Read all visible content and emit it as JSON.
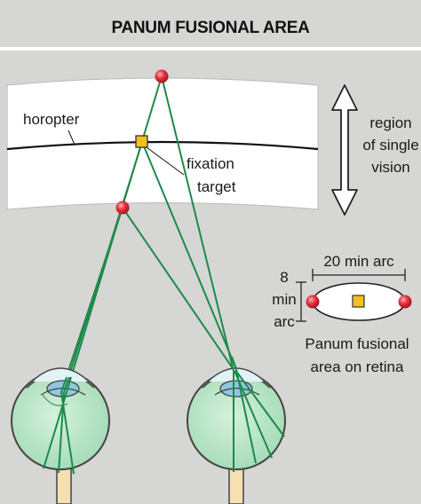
{
  "title": "PANUM FUSIONAL AREA",
  "labels": {
    "horopter": "horopter",
    "fixation_line1": "fixation",
    "fixation_line2": "target",
    "region_line1": "region",
    "region_line2": "of single",
    "region_line3": "vision",
    "width_label": "20 min arc",
    "height_number": "8",
    "height_unit1": "min",
    "height_unit2": "arc",
    "caption_line1": "Panum fusional",
    "caption_line2": "area on retina"
  },
  "colors": {
    "background": "#d6d6d4",
    "band": "#ffffff",
    "ray": "#1e8a4a",
    "point": "#e8323c",
    "target": "#f4c01e",
    "eye_fill": "#b9e6c8",
    "eye_outline": "#444444",
    "nerve": "#f6e0b0"
  }
}
